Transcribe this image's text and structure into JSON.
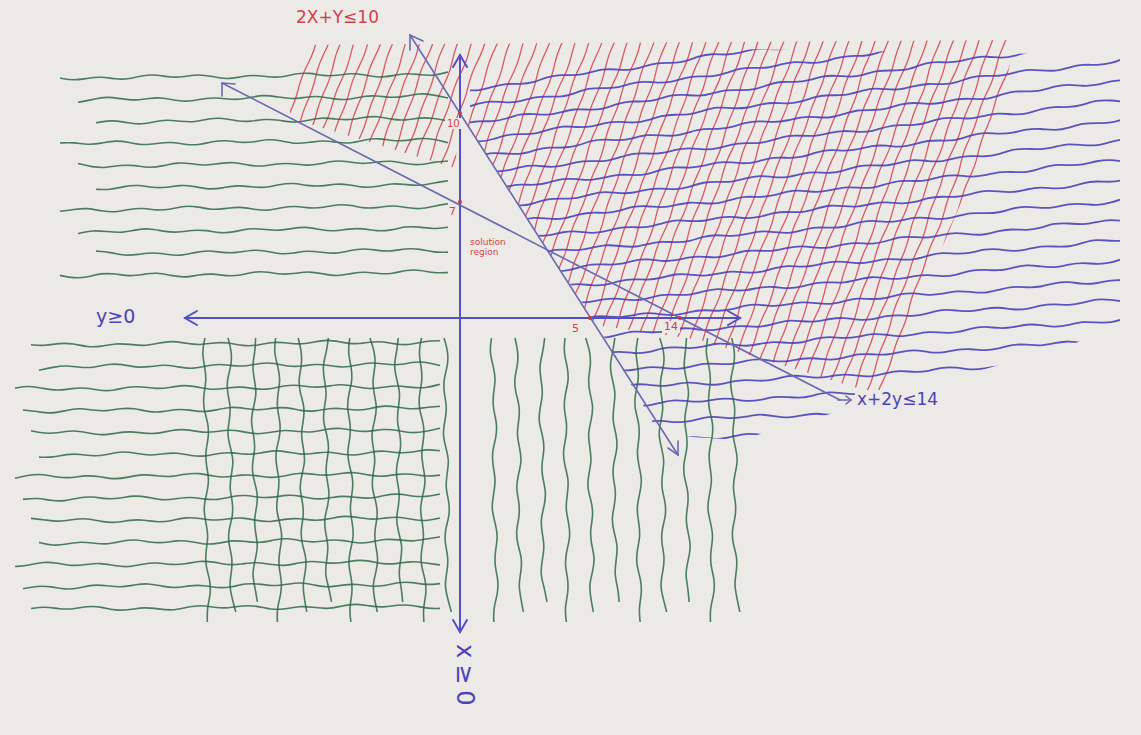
{
  "diagram": {
    "labels": [
      "2X+Y≤10",
      "10",
      "7",
      "solution region",
      "y≥0",
      "5",
      "14",
      "x+2y≤14",
      "x≥0"
    ]
  }
}
